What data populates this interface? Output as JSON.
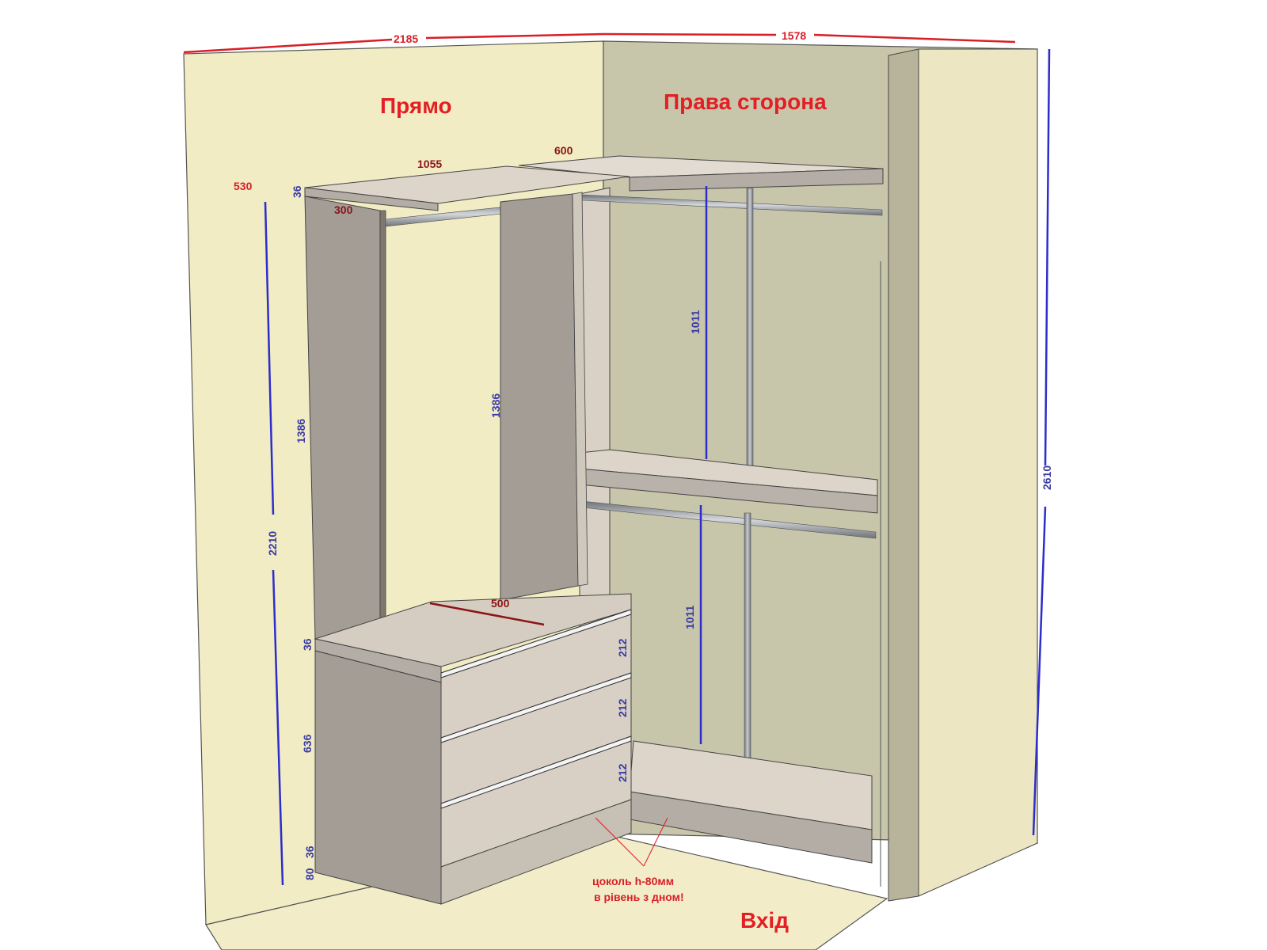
{
  "labels": {
    "front": "Прямо",
    "right_side": "Права сторона",
    "entrance": "Вхід",
    "plinth_note_line1": "цоколь h-80мм",
    "plinth_note_line2": "в рівень з дном!"
  },
  "dimensions": {
    "width_left": "2185",
    "width_right": "1578",
    "depth_left": "530",
    "top_shelf_length": "1055",
    "top_shelf_right": "600",
    "top_thickness": "36",
    "rod_offset": "300",
    "left_panel_height": "1386",
    "mid_panel_height": "1386",
    "total_left_height": "2210",
    "upper_rod_drop": "1011",
    "lower_rod_drop": "1011",
    "wall_height": "2610",
    "drawer_top_depth": "500",
    "drawer_top_thickness": "36",
    "drawer_block_height": "636",
    "drawer1": "212",
    "drawer2": "212",
    "drawer3": "212",
    "bottom_thickness": "36",
    "plinth_height": "80"
  },
  "colors": {
    "wall_left": "#f1ecc4",
    "wall_back": "#c8c6aa",
    "panel": "#a39d96",
    "shelf": "#ddd5ca",
    "dimension_red": "#d81f27",
    "dimension_blue": "#3a3aa6"
  }
}
